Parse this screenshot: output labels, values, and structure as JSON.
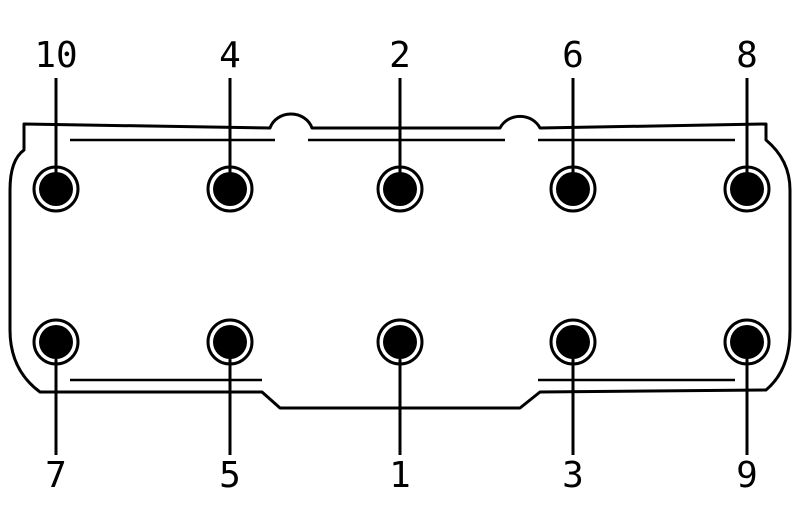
{
  "diagram": {
    "top_row_labels": [
      "10",
      "4",
      "2",
      "6",
      "8"
    ],
    "bottom_row_labels": [
      "7",
      "5",
      "1",
      "3",
      "9"
    ]
  }
}
